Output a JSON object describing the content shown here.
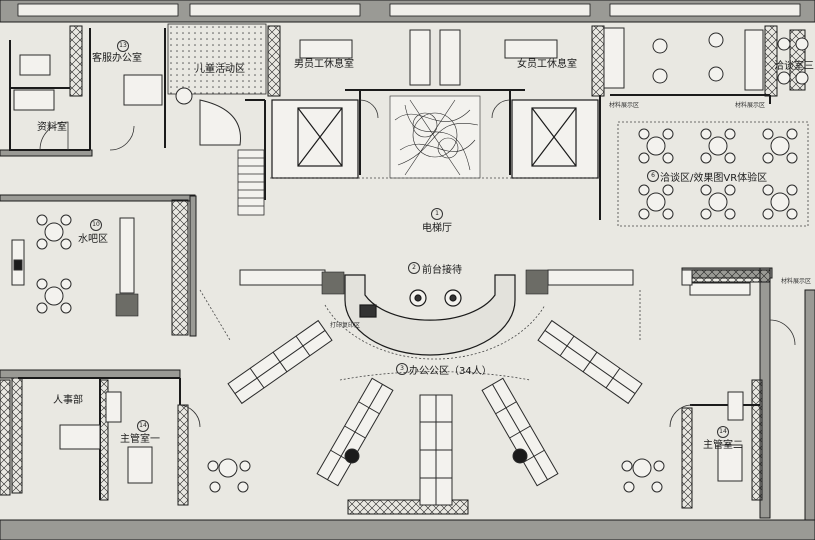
{
  "rooms": {
    "customer_service": {
      "number": "13",
      "label": "客服办公室"
    },
    "archive": {
      "label": "资料室"
    },
    "kids_area": {
      "label": "儿童活动区"
    },
    "male_rest": {
      "label": "男员工休息室"
    },
    "female_rest": {
      "label": "女员工休息室"
    },
    "meeting_3": {
      "label": "洽谈室三"
    },
    "material_room_left": {
      "label": "材料展示区"
    },
    "material_room_right": {
      "label": "材料展示区"
    },
    "negotiation_vr": {
      "number": "6",
      "label": "洽谈区/效果图VR体验区"
    },
    "elevator_hall": {
      "number": "1",
      "label": "电梯厅"
    },
    "water_bar": {
      "number": "10",
      "label": "水吧区"
    },
    "reception": {
      "number": "2",
      "label": "前台接待"
    },
    "print_area": {
      "label": "打印复印区"
    },
    "open_office": {
      "number": "3",
      "label": "办公公区（34人）"
    },
    "hr": {
      "label": "人事部"
    },
    "manager_1": {
      "number": "14",
      "label": "主管室一"
    },
    "manager_2": {
      "number": "14",
      "label": "主管室二"
    },
    "material_room_right2": {
      "label": "材料展示区"
    }
  },
  "colors": {
    "background": "#e9e8e2",
    "wall": "#1b1b1b",
    "wall_fill": "#9a9a95",
    "furniture": "#f3f2ee",
    "line": "#2b2b2b"
  }
}
